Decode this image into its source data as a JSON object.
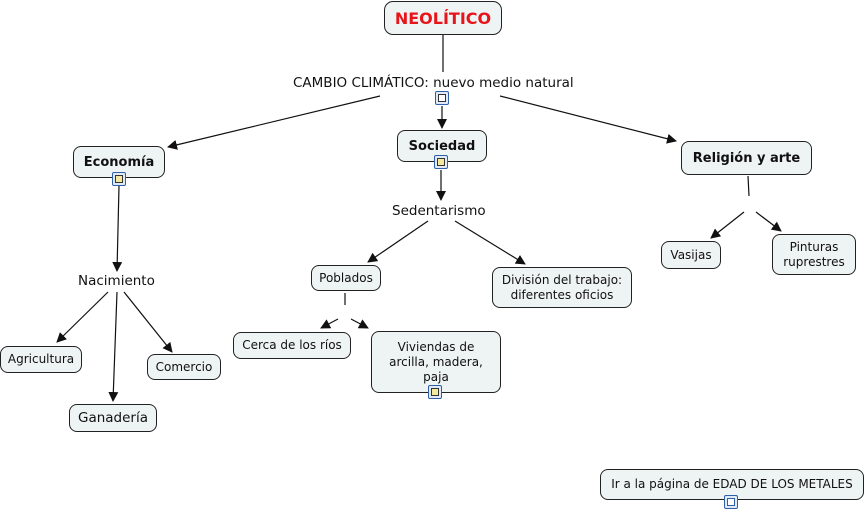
{
  "title": "NEOLÍTICO",
  "colors": {
    "title": "#e8141b",
    "node_fill": "#eef3f4",
    "link": "#111111",
    "icon_border": "#2f5fa8"
  },
  "linking_phrases": {
    "cambio": "CAMBIO CLIMÁTICO: nuevo medio natural",
    "sedentarismo": "Sedentarismo",
    "nacimiento": "Nacimiento"
  },
  "nodes": {
    "economia": "Economía",
    "sociedad": "Sociedad",
    "religion": "Religión y arte",
    "agricultura": "Agricultura",
    "comercio": "Comercio",
    "ganaderia": "Ganadería",
    "poblados": "Poblados",
    "division": "División del trabajo: diferentes oficios",
    "cerca": "Cerca de los ríos",
    "viviendas": "Viviendas de arcilla, madera, paja",
    "vasijas": "Vasijas",
    "pinturas": "Pinturas ruprestres",
    "ir_metales": "Ir a la página de EDAD DE LOS METALES"
  },
  "icons": {
    "cambio": "person-exit-icon",
    "economia": "document-image-icon",
    "sociedad": "document-image-icon",
    "viviendas": "document-image-icon",
    "ir_metales": "concept-map-icon"
  }
}
